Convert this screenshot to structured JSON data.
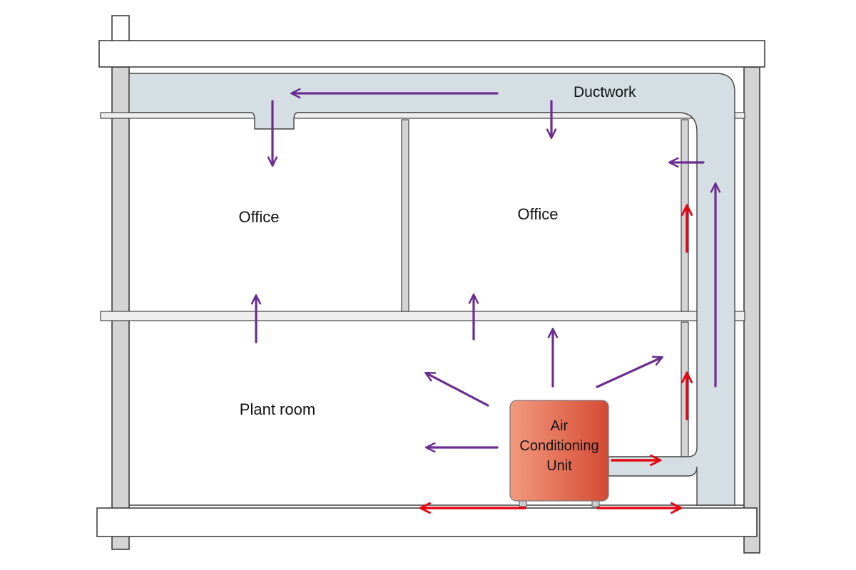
{
  "labels": {
    "ductwork": "Ductwork",
    "office_left": "Office",
    "office_right": "Office",
    "plant_room": "Plant room",
    "unit_line1": "Air",
    "unit_line2": "Conditioning",
    "unit_line3": "Unit"
  },
  "colors": {
    "structure_fill": "#d4d4d4",
    "structure_stroke": "#333333",
    "duct_fill": "#d5dfe3",
    "duct_stroke": "#444444",
    "airflow_purple": "#6b2d91",
    "airflow_red": "#e30613",
    "unit_light": "#f08f72",
    "unit_dark": "#d84f39"
  }
}
